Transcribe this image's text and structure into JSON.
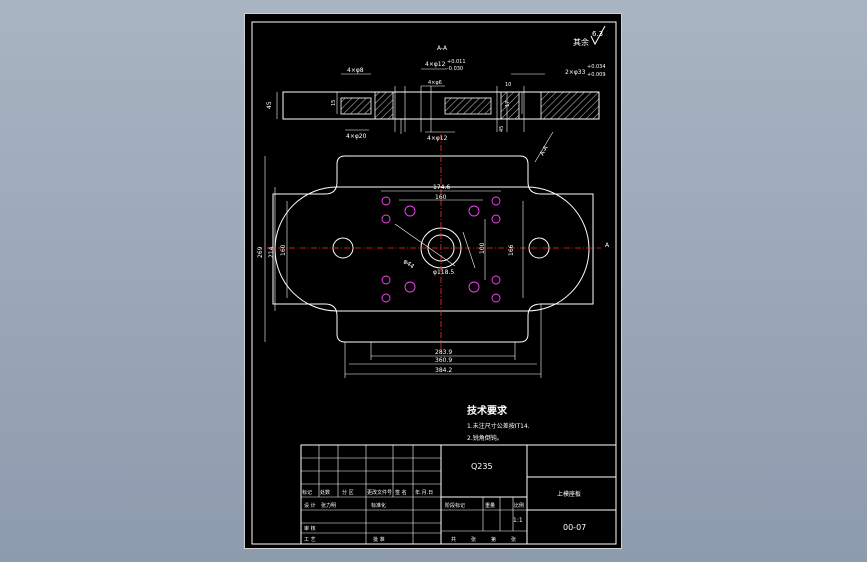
{
  "drawing": {
    "material": "Q235",
    "part_name": "上模座板",
    "drawing_number": "00-07",
    "scale": "1:1",
    "roughness_label": "其余",
    "roughness_value": "6.3",
    "tech_req_title": "技术要求",
    "tech_req_items": [
      "1.未注尺寸公差按IT14.",
      "2.锐角倒钝。"
    ]
  },
  "dimensions": {
    "hole_note_top": "4×φ12",
    "hole_tol_top_upper": "+0.011",
    "hole_tol_top_lower": "-0.030",
    "hole_top_left": "4×φ8",
    "hole_bot_left": "4×φ20",
    "hole_bot_mid": "4×φ12",
    "hole_right": "2×φ33",
    "hole_right_tol_upper": "+0.034",
    "hole_right_tol_lower": "+0.009",
    "hole_center": "4×φ6",
    "thickness": "45",
    "depth_a": "15",
    "depth_b": "45",
    "depth_c": "17",
    "depth_d": "10",
    "label_top_small": "A-A",
    "w_inner_top": "174.6",
    "w_inner_mid": "160",
    "h_left_outer": "269",
    "h_left_inner": "214",
    "h_left_small": "160",
    "h_right": "100",
    "h_right_b": "166",
    "w_bottom_a": "283.9",
    "w_bottom_b": "360.9",
    "w_bottom_c": "384.2",
    "center_bore": "φ118.5",
    "diag_label": "φ44",
    "leader_note": "A-A",
    "side_mark": "A"
  },
  "title_block": {
    "headers": [
      "标记",
      "处数",
      "分 区",
      "更改文件号",
      "签 名",
      "年.月.日"
    ],
    "row_design": [
      "设 计",
      "张力明",
      "标准化"
    ],
    "row_review": [
      "审 核"
    ],
    "row_process": [
      "工 艺",
      "批 准"
    ],
    "stage_headers": [
      "阶段标记",
      "重量",
      "比例"
    ],
    "bottom_row": [
      "共",
      "张",
      "第",
      "张"
    ]
  }
}
